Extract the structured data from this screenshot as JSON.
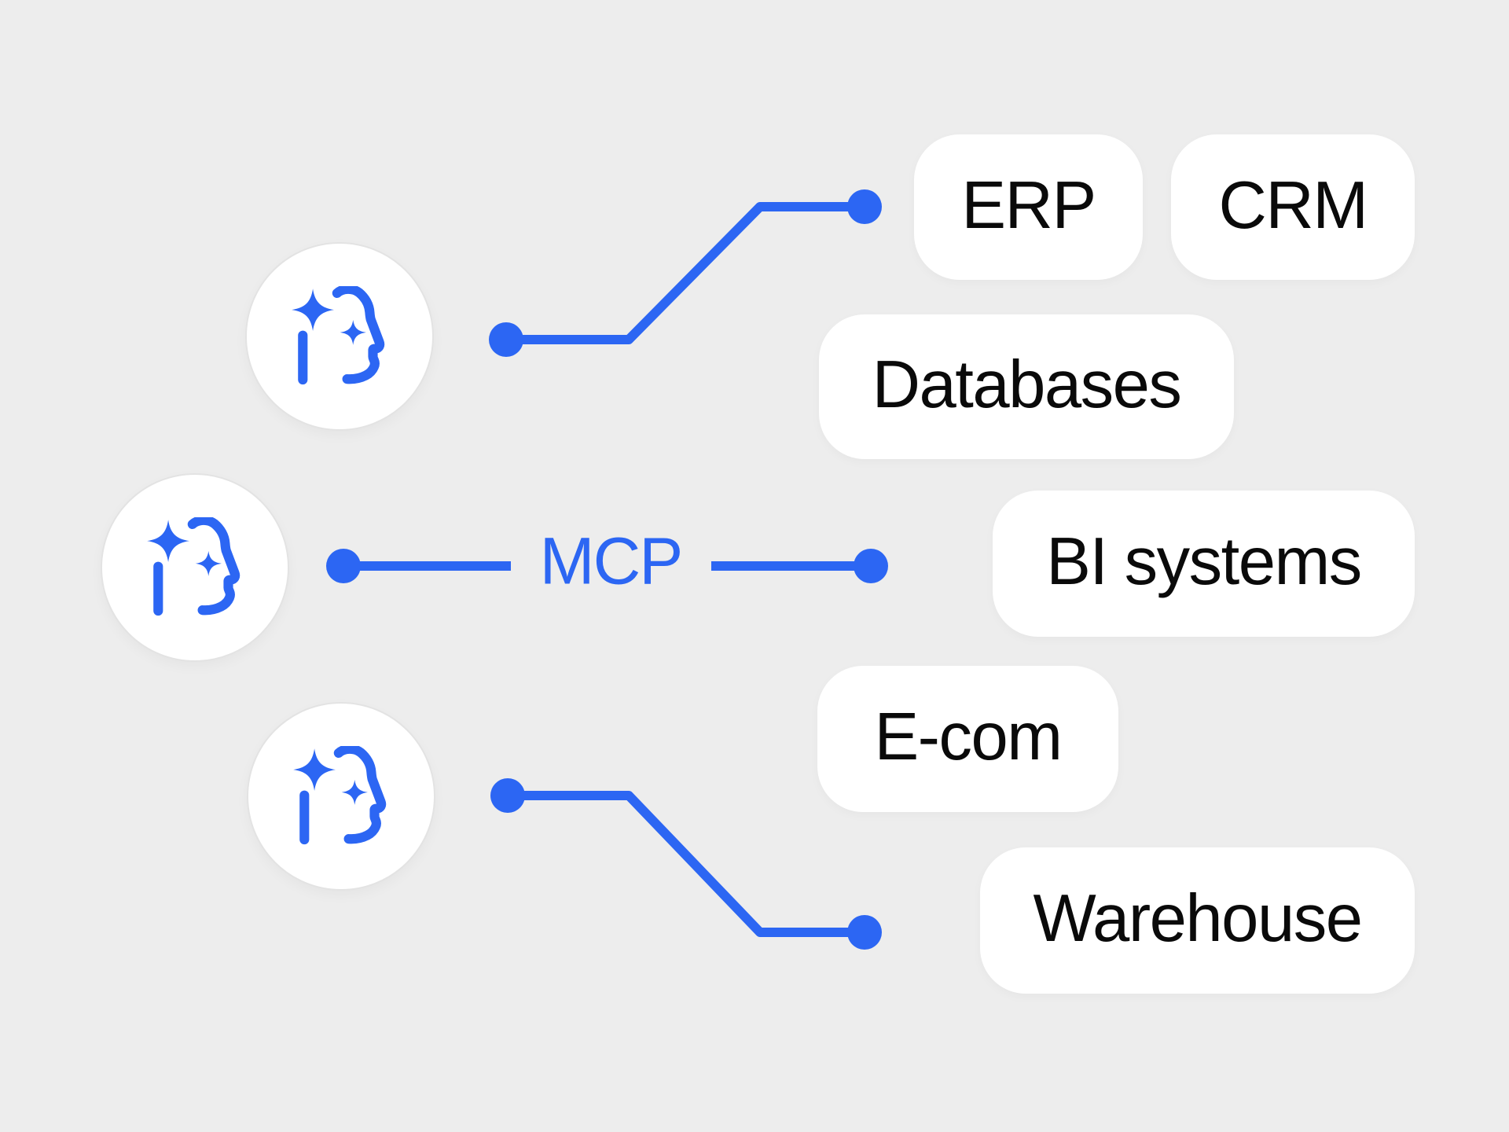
{
  "diagram": {
    "hub_label": "MCP",
    "agents": [
      {
        "id": "agent-top"
      },
      {
        "id": "agent-middle"
      },
      {
        "id": "agent-bottom"
      }
    ],
    "systems": [
      {
        "label": "ERP"
      },
      {
        "label": "CRM"
      },
      {
        "label": "Databases"
      },
      {
        "label": "BI systems"
      },
      {
        "label": "E-com"
      },
      {
        "label": "Warehouse"
      }
    ],
    "colors": {
      "background": "#ededed",
      "accent": "#2c66f3",
      "node_fill": "#ffffff",
      "node_border": "#e3e3e3",
      "label_text": "#0a0a0a"
    }
  }
}
